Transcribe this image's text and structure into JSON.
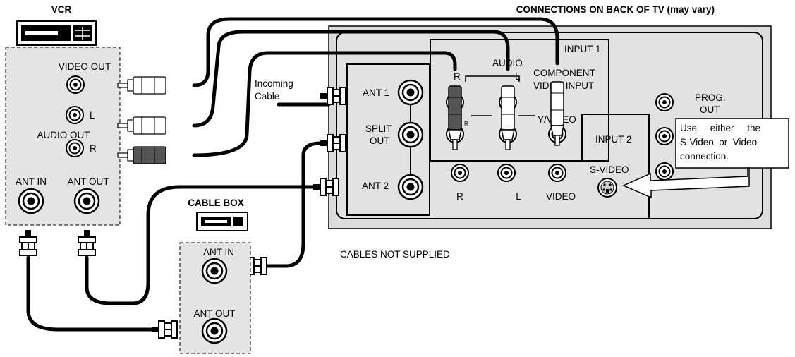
{
  "vcr": {
    "title": "VCR",
    "video_out": "VIDEO OUT",
    "l": "L",
    "audio_out": "AUDIO OUT",
    "r": "R",
    "ant_in": "ANT IN",
    "ant_out": "ANT OUT"
  },
  "tv": {
    "title": "CONNECTIONS ON BACK OF TV (may vary)",
    "input1": "INPUT 1",
    "audio": "AUDIO",
    "audio_r": "R",
    "audio_l": "L",
    "component_1": "COMPONENT",
    "component_2": "VIDEO INPUT",
    "y_video": "Y/VIDEO",
    "small_r": "R",
    "ant1": "ANT 1",
    "split_1": "SPLIT",
    "split_2": "OUT",
    "ant2": "ANT 2",
    "input2": "INPUT 2",
    "svideo": "S-VIDEO",
    "bottom_r": "R",
    "bottom_l": "L",
    "bottom_video": "VIDEO",
    "prog_1": "PROG.",
    "prog_2": "OUT"
  },
  "incoming": {
    "line1": "Incoming",
    "line2": "Cable"
  },
  "callout": {
    "line1": "Use     either     the",
    "line2": "S-Video  or  Video",
    "line3": "connection."
  },
  "cable_box": {
    "title": "CABLE BOX",
    "ant_in": "ANT IN",
    "ant_out": "ANT OUT"
  },
  "note": "CABLES NOT SUPPLIED"
}
